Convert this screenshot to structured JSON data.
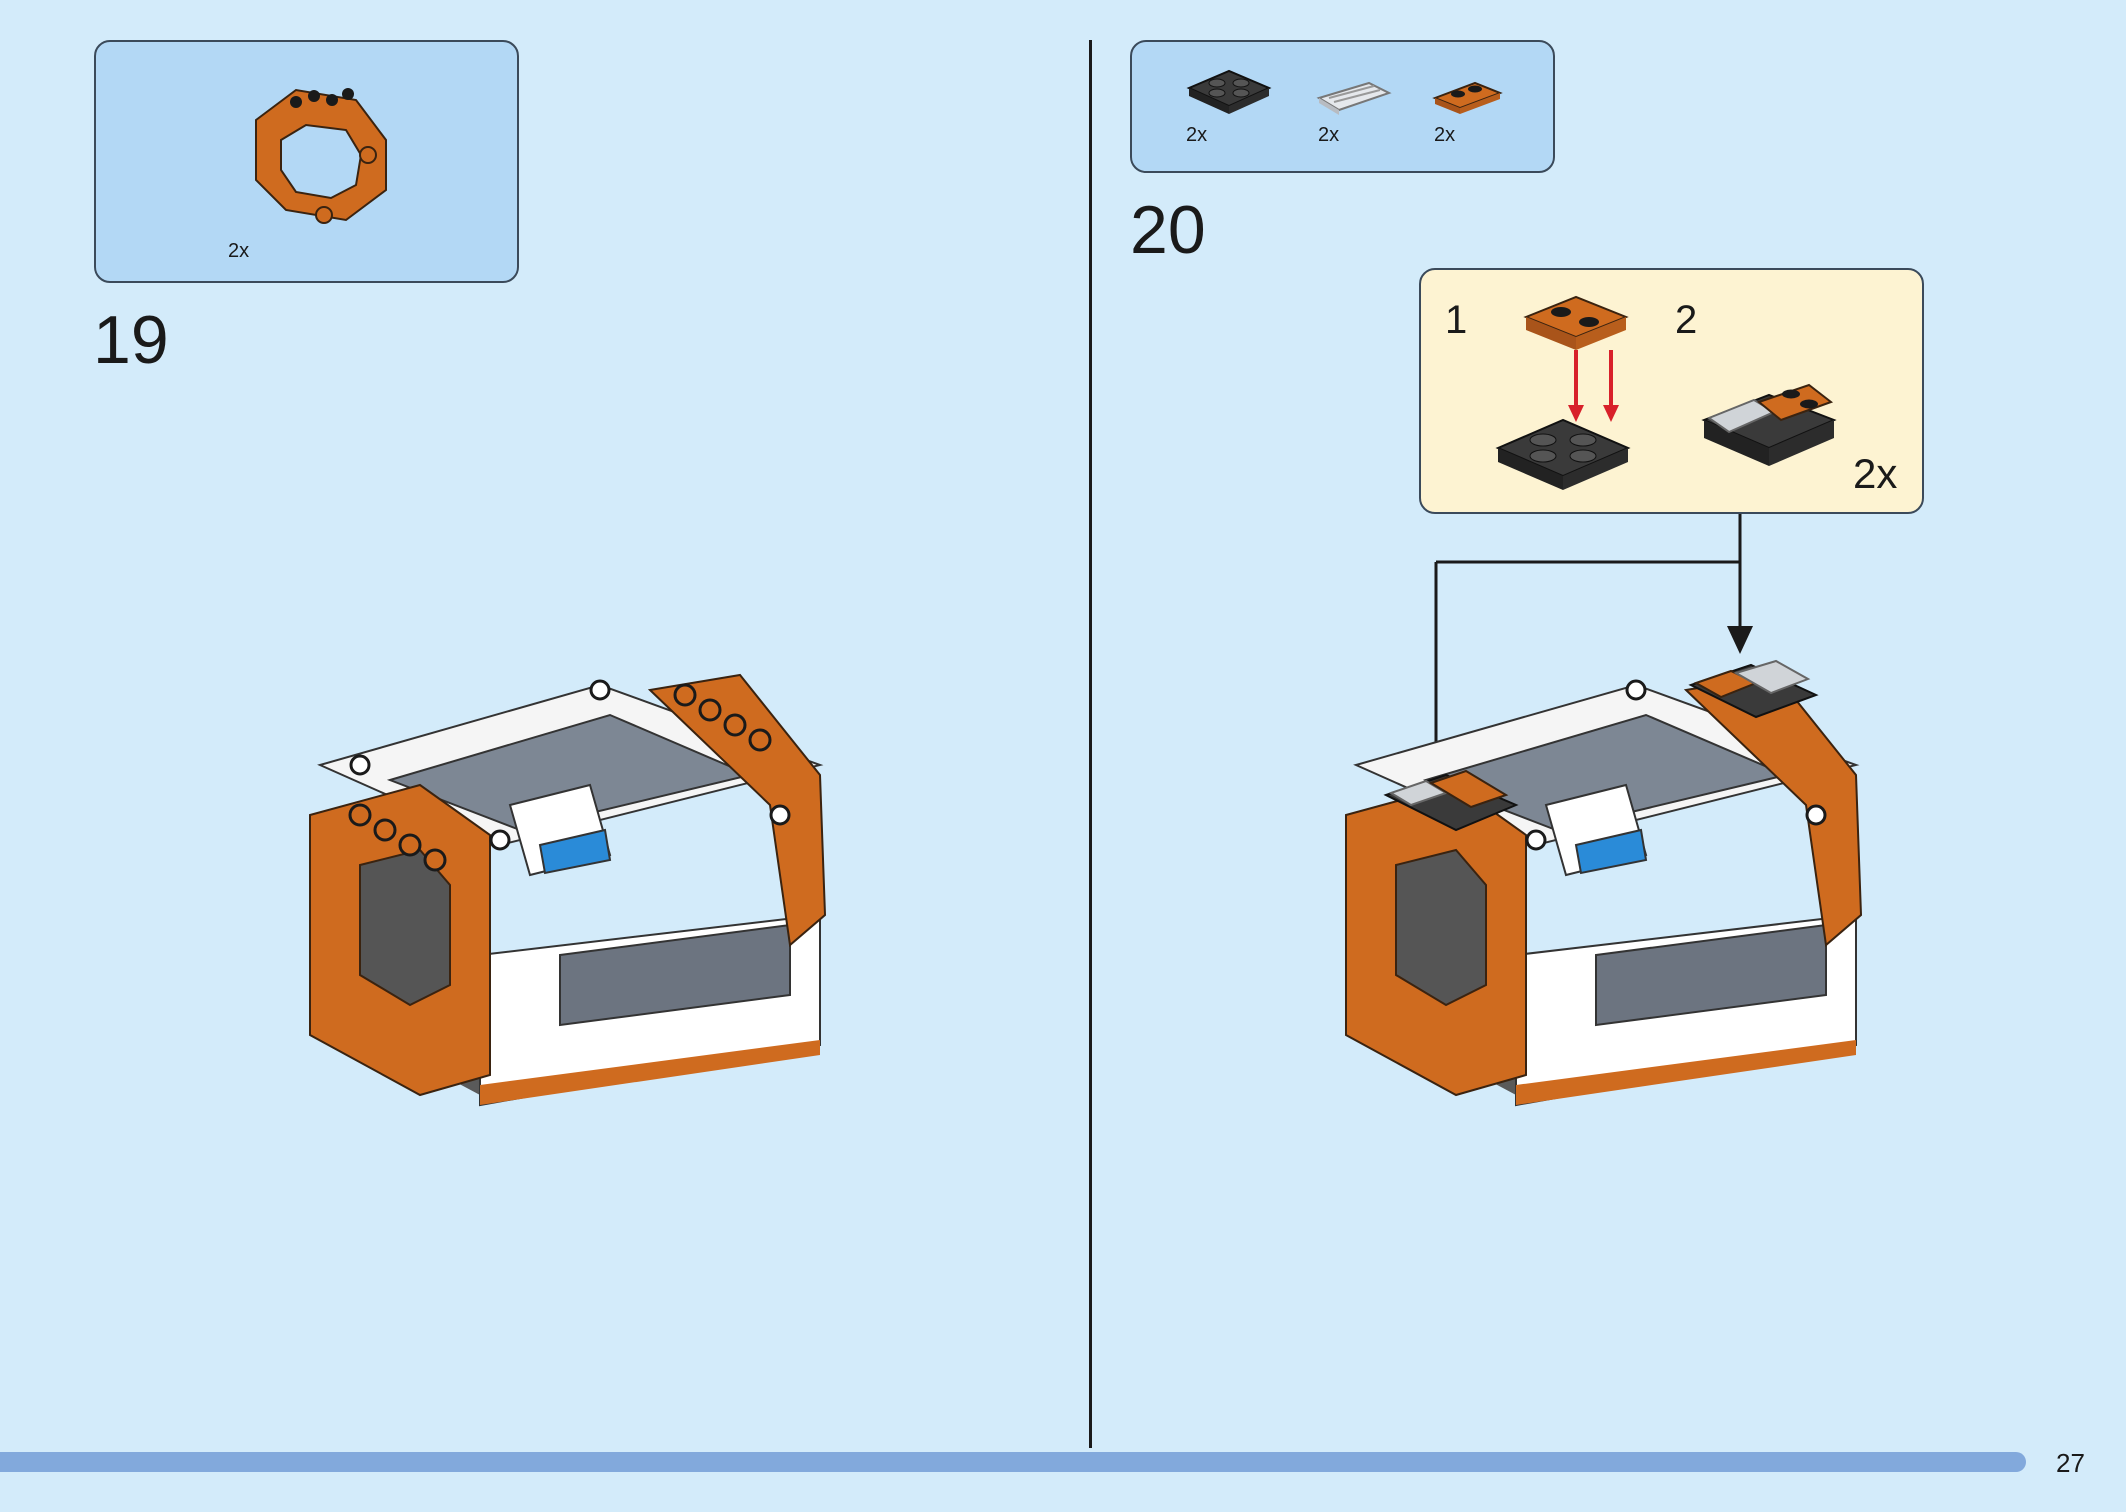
{
  "steps": [
    {
      "number": "19",
      "parts": [
        {
          "icon": "orange-octagonal-frame-icon",
          "qty": "2x"
        }
      ]
    },
    {
      "number": "20",
      "parts": [
        {
          "icon": "black-plate-2x2-icon",
          "qty": "2x"
        },
        {
          "icon": "clear-grille-tile-icon",
          "qty": "2x"
        },
        {
          "icon": "orange-plate-1x2-icon",
          "qty": "2x"
        }
      ],
      "substeps": {
        "first": "1",
        "second": "2",
        "multiplier": "2x"
      }
    }
  ],
  "page_number": "27",
  "colors": {
    "background": "#d3ebfa",
    "parts_box": "#b3d8f5",
    "callout_box": "#fdf3d2",
    "brick_orange": "#cf6b1f",
    "brick_dark": "#3a3a3a",
    "footer_bar": "#82a9dc",
    "arrow_red": "#d8202a"
  }
}
